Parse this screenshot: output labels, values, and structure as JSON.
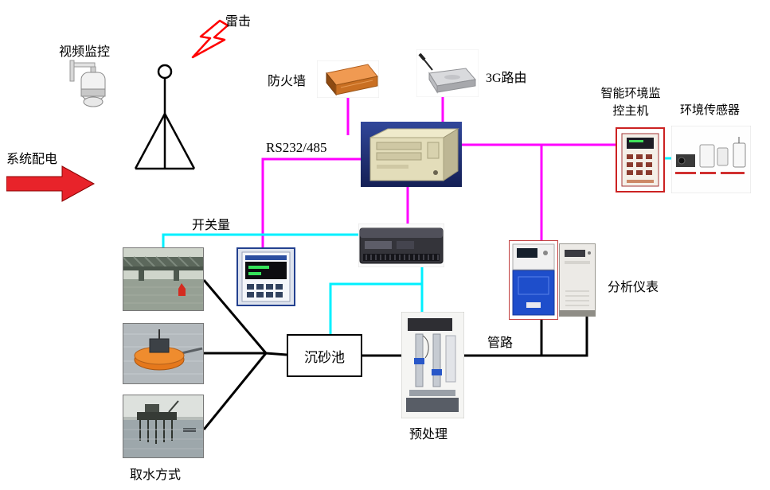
{
  "colors": {
    "signal_magenta": "#ff00ff",
    "signal_cyan": "#00f0ff",
    "flow_black": "#000000",
    "power_red": "#e8232a",
    "lightning_red": "#ff0000"
  },
  "labels": {
    "lightning": "雷击",
    "video_monitoring": "视频监控",
    "system_power": "系统配电",
    "firewall": "防火墙",
    "router_3g": "3G路由",
    "rs232_485": "RS232/485",
    "env_host_line1": "智能环境监",
    "env_host_line2": "控主机",
    "env_sensor": "环境传感器",
    "switch_signal": "开关量",
    "water_intake": "取水方式",
    "settling_basin": "沉砂池",
    "pretreatment": "预处理",
    "piping": "管路",
    "analyzers": "分析仪表"
  },
  "icons": {
    "ptz_camera": "ptz-camera-icon",
    "lightning_bolt": "lightning-bolt-icon",
    "lightning_rod": "lightning-rod-icon",
    "power_arrow": "right-block-arrow-icon"
  }
}
